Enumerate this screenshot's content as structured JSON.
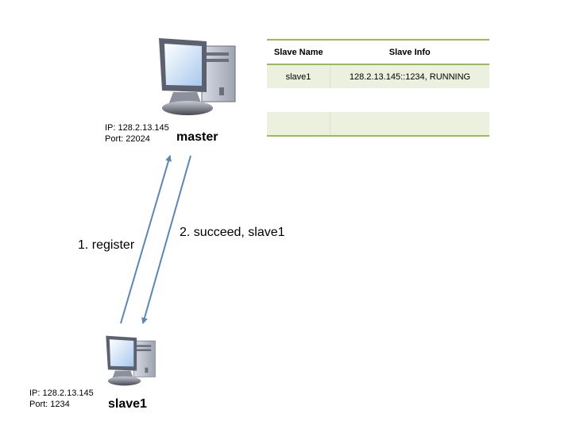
{
  "master": {
    "ip_line": "IP: 128.2.13.145",
    "port_line": "Port: 22024",
    "name": "master",
    "icon": "desktop-computer-icon"
  },
  "slave": {
    "ip_line": "IP: 128.2.13.145",
    "port_line": "Port: 1234",
    "name": "slave1",
    "icon": "desktop-computer-icon"
  },
  "edges": {
    "register": "1. register",
    "succeed": "2. succeed, slave1"
  },
  "table": {
    "headers": [
      "Slave Name",
      "Slave Info"
    ],
    "rows": [
      [
        "slave1",
        "128.2.13.145::1234, RUNNING"
      ],
      [
        "",
        ""
      ],
      [
        "",
        ""
      ]
    ]
  },
  "colors": {
    "arrow": "#5b86b8",
    "table_border": "#9bbb59",
    "table_shade": "#ebf1de"
  }
}
